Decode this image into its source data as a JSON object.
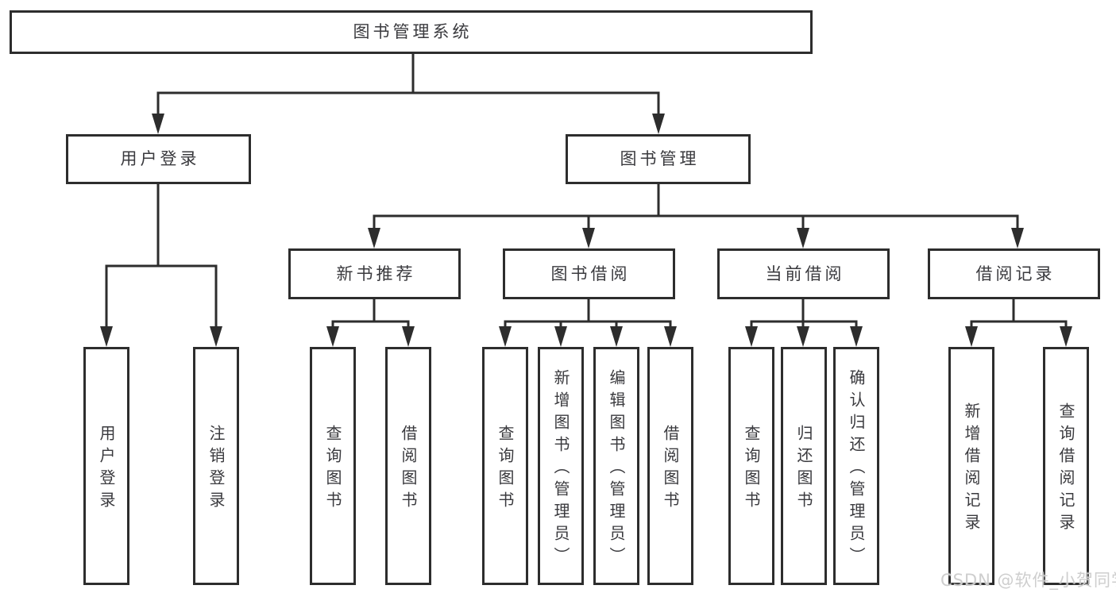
{
  "tree": {
    "root": {
      "label": "图书管理系统",
      "children": [
        {
          "label": "用户登录",
          "children": [
            {
              "label": "用户登录"
            },
            {
              "label": "注销登录"
            }
          ]
        },
        {
          "label": "图书管理",
          "children": [
            {
              "label": "新书推荐",
              "children": [
                {
                  "label": "查询图书"
                },
                {
                  "label": "借阅图书"
                }
              ]
            },
            {
              "label": "图书借阅",
              "children": [
                {
                  "label": "查询图书"
                },
                {
                  "label": "新增图书（管理员）"
                },
                {
                  "label": "编辑图书（管理员）"
                },
                {
                  "label": "借阅图书"
                }
              ]
            },
            {
              "label": "当前借阅",
              "children": [
                {
                  "label": "查询图书"
                },
                {
                  "label": "归还图书"
                },
                {
                  "label": "确认归还（管理员）"
                }
              ]
            },
            {
              "label": "借阅记录",
              "children": [
                {
                  "label": "新增借阅记录"
                },
                {
                  "label": "查询借阅记录"
                }
              ]
            }
          ]
        }
      ]
    }
  },
  "watermark": {
    "text": "CSDN @软件_小贺同学"
  },
  "colors": {
    "line": "#2d2d2d",
    "box_border": "#2d2d2d",
    "box_fill": "#ffffff",
    "text": "#3a3a3e",
    "watermark": "#cbcbcb",
    "background": "#ffffff"
  }
}
